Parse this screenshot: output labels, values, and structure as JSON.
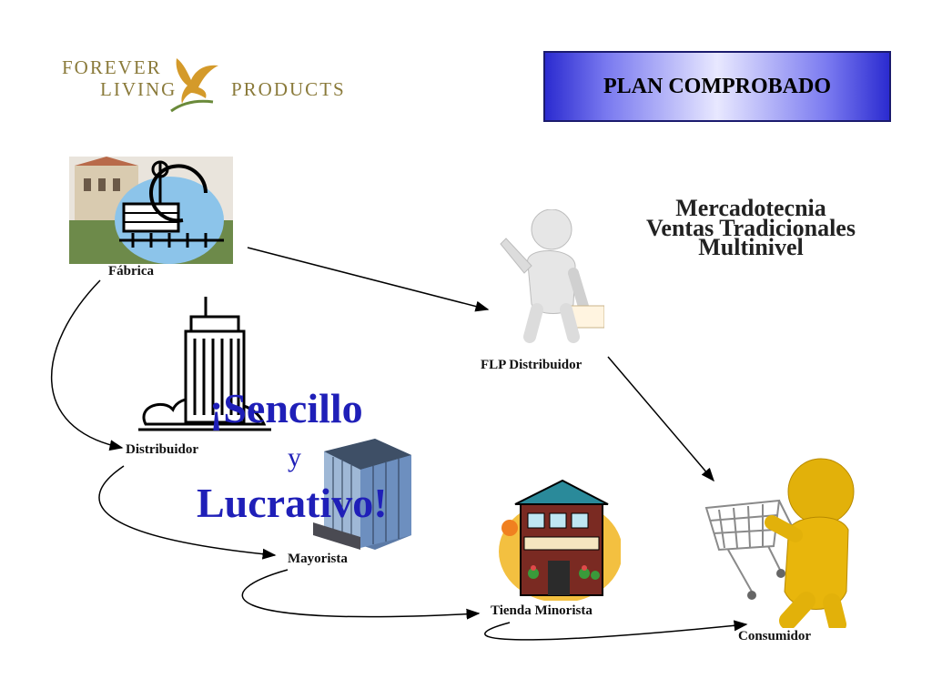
{
  "logo": {
    "line1": "FOREVER",
    "line2": "LIVING",
    "line3": "PRODUCTS"
  },
  "title": "PLAN COMPROBADO",
  "headline": {
    "line1": "Mercadotecnia",
    "line2": "Ventas Tradicionales",
    "line3": "Multinivel"
  },
  "slogan": {
    "line1": "¡Sencillo",
    "line2": "y",
    "line3": "Lucrativo!"
  },
  "nodes": {
    "fabrica": "Fábrica",
    "distribuidor": "Distribuidor",
    "mayorista": "Mayorista",
    "tienda": "Tienda Minorista",
    "consumidor": "Consumidor",
    "flp": "FLP Distribuidor"
  },
  "colors": {
    "plan_box": "#3a3ad8",
    "slogan": "#1f1fb8",
    "logo_text": "#8a7a3a",
    "consumer": "#e2b10a"
  },
  "icons": [
    "eagle-logo-icon",
    "factory-icon",
    "skyscraper-icon",
    "office-building-icon",
    "store-icon",
    "person-3d-icon",
    "shopping-cart-icon"
  ]
}
